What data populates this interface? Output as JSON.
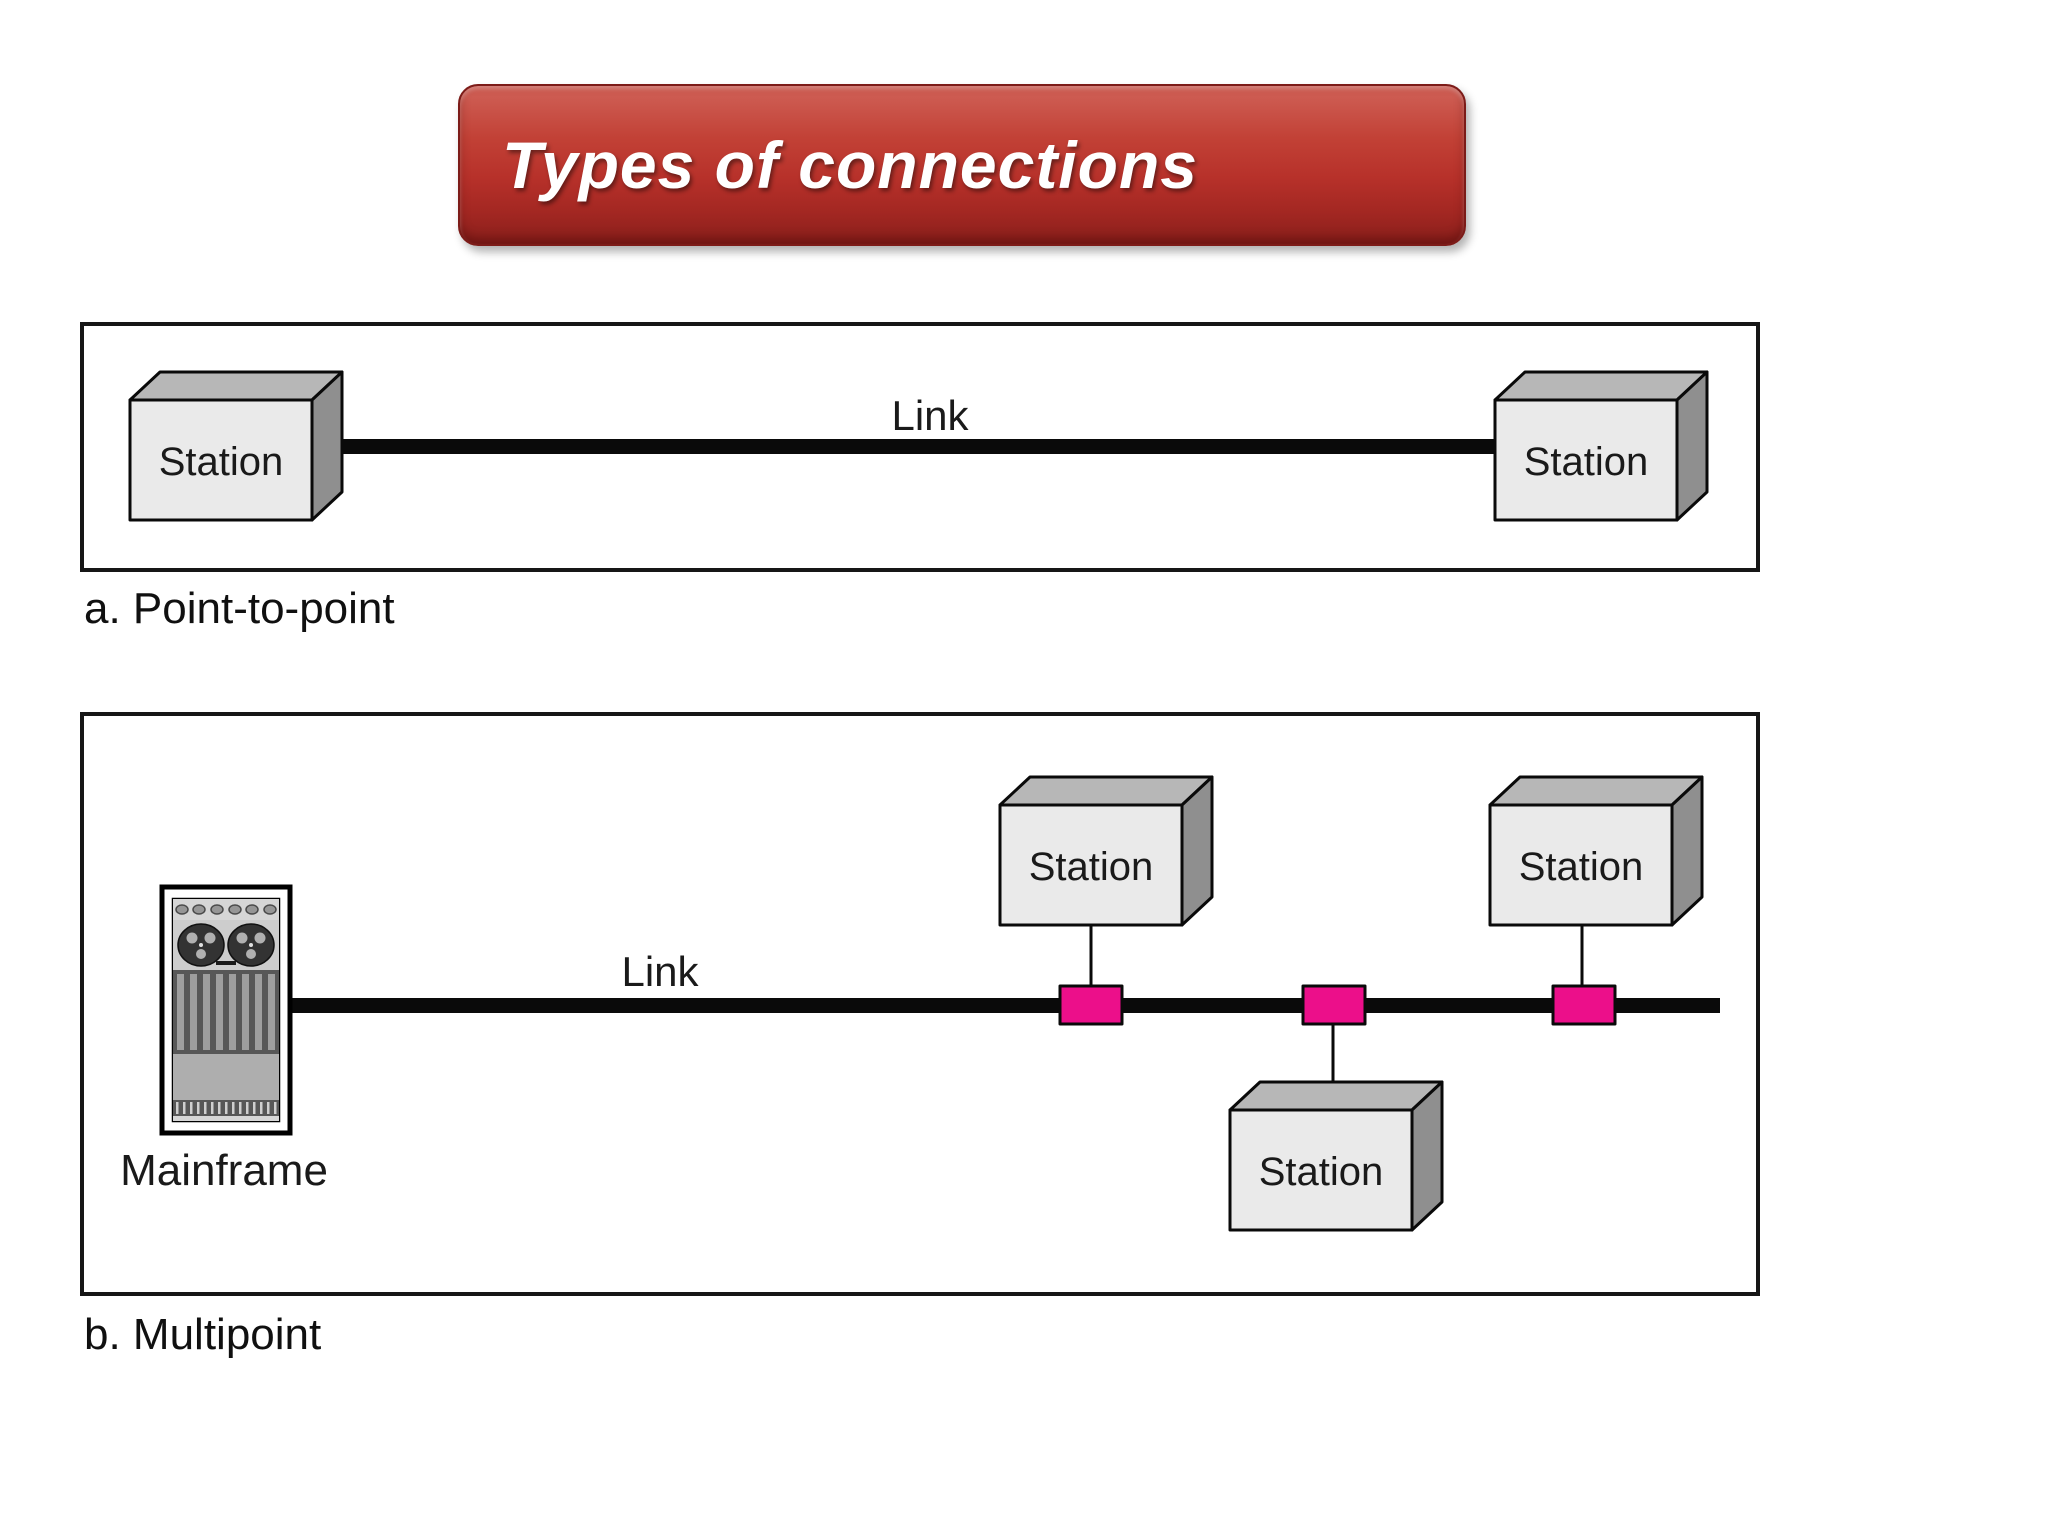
{
  "title": {
    "text": "Types of connections"
  },
  "colors": {
    "banner_red": "#b7312a",
    "banner_text": "#ffffff",
    "tap_pink": "#ec0f8a",
    "box_front": "#eaeaea",
    "box_top": "#b7b7b7",
    "box_side": "#8f8f8f",
    "line_black": "#0a0a0a"
  },
  "panel_a": {
    "caption": "a. Point-to-point",
    "link_label": "Link",
    "stations": [
      {
        "label": "Station"
      },
      {
        "label": "Station"
      }
    ]
  },
  "panel_b": {
    "caption": "b. Multipoint",
    "link_label": "Link",
    "mainframe_label": "Mainframe",
    "stations": [
      {
        "label": "Station"
      },
      {
        "label": "Station"
      },
      {
        "label": "Station"
      }
    ]
  }
}
